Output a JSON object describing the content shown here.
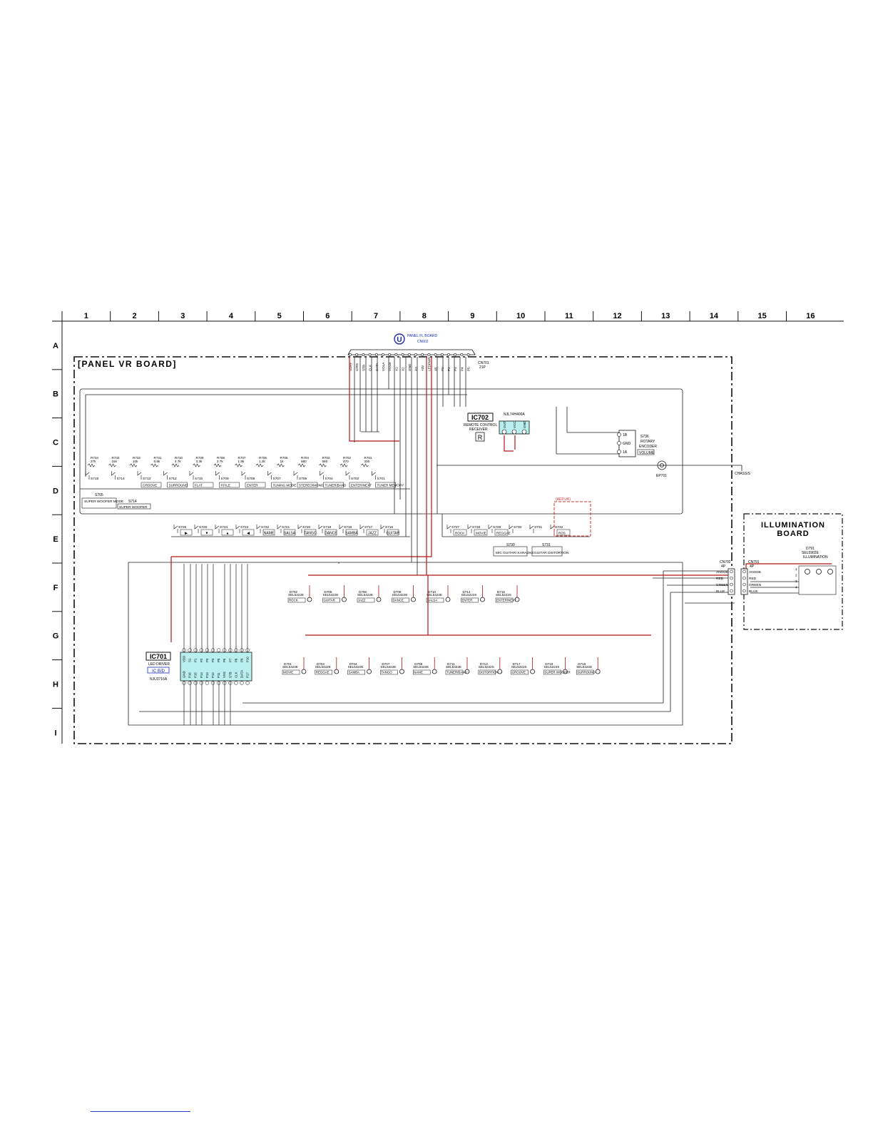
{
  "grid": {
    "columns": [
      "1",
      "2",
      "3",
      "4",
      "5",
      "6",
      "7",
      "8",
      "9",
      "10",
      "11",
      "12",
      "13",
      "14",
      "15",
      "16"
    ],
    "rows": [
      "A",
      "B",
      "C",
      "D",
      "E",
      "F",
      "G",
      "H",
      "I"
    ]
  },
  "boards": {
    "panel_vr": "[PANEL VR BOARD]",
    "illumination_line1": "ILLUMINATION",
    "illumination_line2": "BOARD",
    "panel_fl_ref": "PANEL FL BOARD",
    "panel_fl_conn": "CN602",
    "u_marker": "U"
  },
  "connectors": {
    "cn701": {
      "ref": "CN701",
      "pins": "21P"
    },
    "cn702": {
      "ref": "CN702",
      "pins": "4P"
    },
    "cn791": {
      "ref": "CN791",
      "pins": "4P"
    },
    "cn701_signals": [
      "SURF",
      "CIRS",
      "STB",
      "CLK",
      "DATA",
      "VOLA",
      "VOLB",
      "X1",
      "X2",
      "GND",
      "X3",
      "+3V",
      "LEDPWR",
      "X5",
      "P1",
      "P2",
      "P3",
      "P4",
      "P5"
    ],
    "cn702_signals": [
      "ANODE",
      "RED",
      "GREEN",
      "BLUE"
    ],
    "chassis": "CHASSIS",
    "ep701": "EP701"
  },
  "ics": {
    "ic702": {
      "ref": "IC702",
      "part": "NJL74H400A",
      "function_line1": "REMOTE CONTROL",
      "function_line2": "RECEIVER",
      "pins": [
        "OUT",
        "VCC",
        "GND"
      ]
    },
    "ic701": {
      "ref": "IC701",
      "function": "LED DRIVER",
      "badge": "IC B/D",
      "part": "NJU3716A"
    }
  },
  "encoder": {
    "ref": "S736",
    "line1": "ROTARY",
    "line2": "ENCODER",
    "label": "VOLUME",
    "pins": [
      "1B",
      "GND",
      "1A"
    ]
  },
  "legacy_labels": {
    "s705": "S705",
    "s714": "S714",
    "s731": "S731",
    "s730": "S730",
    "amp_uk": "(AEP,UK)"
  },
  "switch_row1": [
    {
      "ref": "S715",
      "label": ""
    },
    {
      "ref": "S714",
      "label": ""
    },
    {
      "ref": "S713",
      "label": "GROOVE"
    },
    {
      "ref": "S712",
      "label": "SURROUND"
    },
    {
      "ref": "S710",
      "label": "FLAT"
    },
    {
      "ref": "S709",
      "label": "P.FILE"
    },
    {
      "ref": "S708",
      "label": "ENTER"
    },
    {
      "ref": "S707",
      "label": "TUNING MODE"
    },
    {
      "ref": "S706",
      "label": "STEREO/MONO"
    },
    {
      "ref": "S704",
      "label": "TUNER/BAND"
    },
    {
      "ref": "S702",
      "label": "ENTER/NEXT"
    },
    {
      "ref": "S701",
      "label": "TUNER MEMORY"
    }
  ],
  "switch_row1_notes": [
    "SUPER WOOFER MODE",
    "SUPER WOOFER"
  ],
  "resistors_row1": [
    "R734 27k",
    "R733 15k",
    "R732 10k",
    "R731 6.8k",
    "R710 4.7k",
    "R709 3.3k",
    "R708 2.7k",
    "R707 1.8k",
    "R706 1.2k",
    "R705 1k",
    "R704 680",
    "R703 560",
    "R702 470",
    "R701 330"
  ],
  "switch_row2": [
    {
      "ref": "S726",
      "label": "▶"
    },
    {
      "ref": "S725",
      "label": "▼"
    },
    {
      "ref": "S724",
      "label": "▲"
    },
    {
      "ref": "S723",
      "label": "◀"
    },
    {
      "ref": "S722",
      "label": "NAME"
    },
    {
      "ref": "S721",
      "label": "SALSA"
    },
    {
      "ref": "S720",
      "label": "TANGO"
    },
    {
      "ref": "S719",
      "label": "DANCE"
    },
    {
      "ref": "S718",
      "label": "SAMBA"
    },
    {
      "ref": "S717",
      "label": "JAZZ"
    },
    {
      "ref": "S716",
      "label": "GUITAR"
    }
  ],
  "switch_row3": [
    {
      "ref": "S727",
      "label": "ROCK"
    },
    {
      "ref": "S728",
      "label": "MOVIE"
    },
    {
      "ref": "S729",
      "label": "REGGAE"
    },
    {
      "ref": "S730",
      "label": ""
    },
    {
      "ref": "S731",
      "label": ""
    },
    {
      "ref": "S732",
      "label": "RDS"
    }
  ],
  "switch_row3_notes": [
    "MIC GUITAR/ KARAOKE",
    "GUITAR DISTORTION"
  ],
  "leds_row1": [
    {
      "ref": "D702",
      "part": "SEL5422E",
      "label": "ROCK"
    },
    {
      "ref": "D705",
      "part": "SEL5422E",
      "label": "GUITAR"
    },
    {
      "ref": "D706",
      "part": "SEL5422E",
      "label": "JAZZ"
    },
    {
      "ref": "D708",
      "part": "SEL5422E",
      "label": "DANCE"
    },
    {
      "ref": "D710",
      "part": "SEL5422E",
      "label": "SALSA"
    },
    {
      "ref": "D714",
      "part": "SEL5222S",
      "label": "ENTER"
    },
    {
      "ref": "D715",
      "part": "SEL5222S",
      "label": "ENTER/NEXT"
    }
  ],
  "leds_row2": [
    {
      "ref": "D701",
      "part": "SEL5422E",
      "label": "MOVIE"
    },
    {
      "ref": "D703",
      "part": "SEL5422E",
      "label": "REGGAE"
    },
    {
      "ref": "D704",
      "part": "SEL5422E",
      "label": "SAMBA"
    },
    {
      "ref": "D707",
      "part": "SEL5422E",
      "label": "TANGO"
    },
    {
      "ref": "D709",
      "part": "SEL5422E",
      "label": "NAME"
    },
    {
      "ref": "D711",
      "part": "SEL5422E",
      "label": "TUNER/BAND"
    },
    {
      "ref": "D713",
      "part": "SEL5222S",
      "label": "DISTORTION"
    },
    {
      "ref": "D717",
      "part": "SEL5222S",
      "label": "GROOVE"
    },
    {
      "ref": "D718",
      "part": "SEL5222S",
      "label": "SUPER WOOFER"
    },
    {
      "ref": "D719",
      "part": "SEL5422E",
      "label": "SURROUND"
    }
  ],
  "illumination": {
    "ref": "D791",
    "part": "SEL5902E",
    "label": "ILLUMINATION",
    "pins": [
      "1",
      "2",
      "3",
      "4"
    ]
  },
  "chip_pins_top": [
    "VDD",
    "S1",
    "P1",
    "P2",
    "P3",
    "P4",
    "P5",
    "P6",
    "P7",
    "P8",
    "P9",
    "P10"
  ],
  "chip_pins_bottom": [
    "GND",
    "P16",
    "P15",
    "P14",
    "P13",
    "P12",
    "P11",
    "VSS",
    "STB",
    "CLK",
    "DATA",
    "P17"
  ]
}
